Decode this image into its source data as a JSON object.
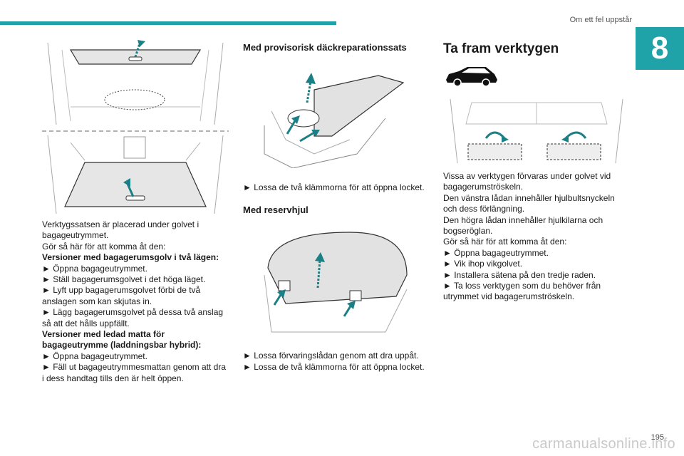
{
  "header": {
    "section_title": "Om ett fel uppstår",
    "chapter_number": "8"
  },
  "col1": {
    "lines": [
      {
        "text": "Verktygssatsen är placerad under golvet i",
        "bold": false
      },
      {
        "text": "bagageutrymmet.",
        "bold": false
      },
      {
        "text": "Gör så här för att komma åt den:",
        "bold": false
      },
      {
        "text": "Versioner med bagagerumsgolv i två lägen:",
        "bold": true
      },
      {
        "text": "► Öppna bagageutrymmet.",
        "bold": false
      },
      {
        "text": "► Ställ bagagerumsgolvet i det höga läget.",
        "bold": false
      },
      {
        "text": "► Lyft upp bagagerumsgolvet förbi de två",
        "bold": false
      },
      {
        "text": "anslagen som kan skjutas in.",
        "bold": false
      },
      {
        "text": "► Lägg bagagerumsgolvet på dessa två anslag",
        "bold": false
      },
      {
        "text": "så att det hålls uppfällt.",
        "bold": false
      },
      {
        "text": "Versioner med ledad matta för",
        "bold": true
      },
      {
        "text": "bagageutrymme (laddningsbar hybrid):",
        "bold": true
      },
      {
        "text": "► Öppna bagageutrymmet.",
        "bold": false
      },
      {
        "text": "► Fäll ut bagageutrymmesmattan genom att dra",
        "bold": false
      },
      {
        "text": "i dess handtag tills den är helt öppen.",
        "bold": false
      }
    ]
  },
  "col2": {
    "heading1": "Med provisorisk däckreparationssats",
    "step1": "► Lossa de två klämmorna för att öppna locket.",
    "heading2": "Med reservhjul",
    "step2a": "► Lossa förvaringslådan genom att dra uppåt.",
    "step2b": "► Lossa de två klämmorna för att öppna locket."
  },
  "col3": {
    "heading": "Ta fram verktygen",
    "lines": [
      "Vissa av verktygen förvaras under golvet vid",
      "bagagerumströskeln.",
      "Den vänstra lådan innehåller hjulbultsnyckeln",
      "och dess förlängning.",
      "Den högra lådan innehåller hjulkilarna och",
      "bogseröglan.",
      "Gör så här för att komma åt den:",
      "► Öppna bagageutrymmet.",
      "► Vik ihop vikgolvet.",
      "► Installera sätena på den tredje raden.",
      "► Ta loss verktygen som du behöver från",
      "utrymmet vid bagagerumströskeln."
    ]
  },
  "footer": {
    "page_number": "195",
    "watermark": "carmanualsonline.info"
  },
  "colors": {
    "accent": "#1fa3a8",
    "arrow_teal": "#1b7f86"
  }
}
